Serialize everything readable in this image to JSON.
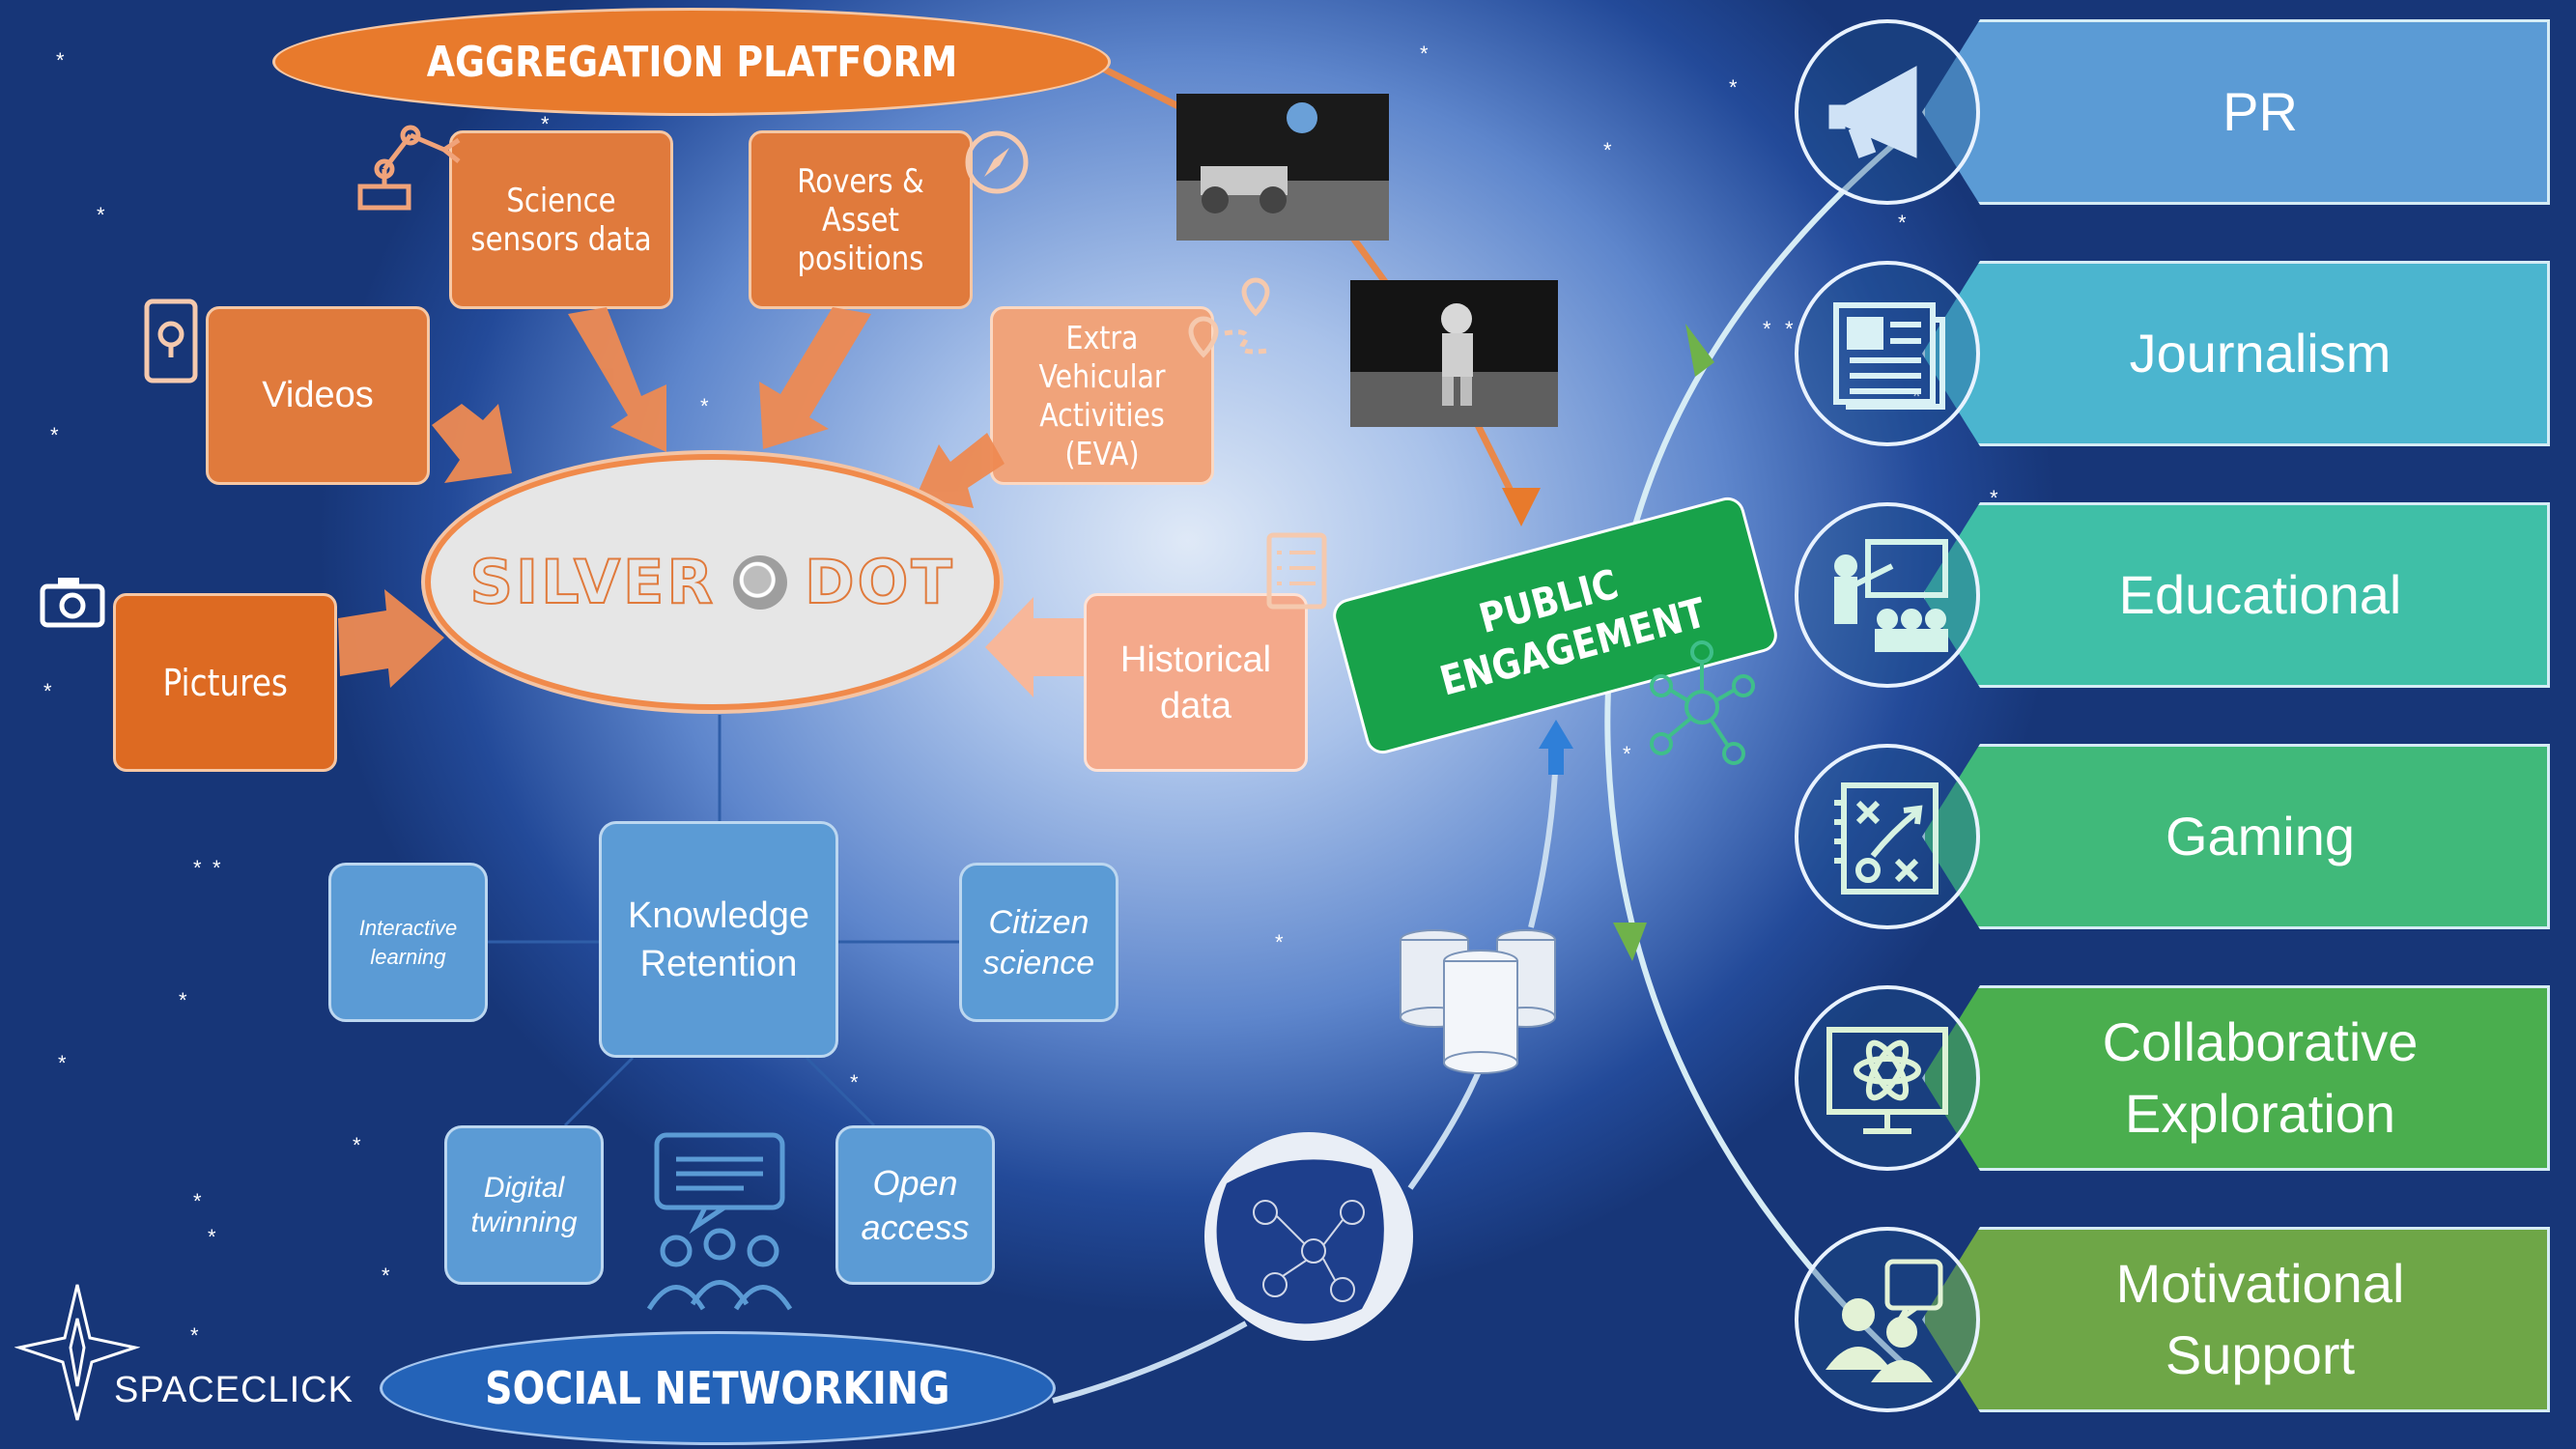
{
  "aggregation_platform": "AGGREGATION PLATFORM",
  "social_networking": "SOCIAL NETWORKING",
  "silver_dot": {
    "left": "SILVER",
    "right": "DOT"
  },
  "inputs": {
    "science_sensors": "Science sensors data",
    "rovers": "Rovers & Asset positions",
    "videos": "Videos",
    "eva": "Extra Vehicular Activities (EVA)",
    "pictures": "Pictures",
    "historical": "Historical data"
  },
  "knowledge": {
    "center": "Knowledge Retention",
    "interactive_learning": "Interactive learning",
    "citizen_science": "Citizen science",
    "digital_twinning": "Digital twinning",
    "open_access": "Open access"
  },
  "public_engagement": "PUBLIC ENGAGEMENT",
  "outputs": [
    {
      "label": "PR",
      "icon": "megaphone-icon",
      "color": "#5b9bd5"
    },
    {
      "label": "Journalism",
      "icon": "newspaper-icon",
      "color": "#4bb5cf"
    },
    {
      "label": "Educational",
      "icon": "teacher-icon",
      "color": "#3fbfa7"
    },
    {
      "label": "Gaming",
      "icon": "strategy-board-icon",
      "color": "#40b97a"
    },
    {
      "label": "Collaborative Exploration",
      "icon": "monitor-atom-icon",
      "color": "#4aae4e"
    },
    {
      "label": "Motivational Support",
      "icon": "people-question-icon",
      "color": "#6ea647"
    }
  ],
  "brand": "SPACECLICK",
  "colors": {
    "orange": "#e07a3c",
    "green": "#18a24a",
    "blue": "#2f6fbe"
  }
}
